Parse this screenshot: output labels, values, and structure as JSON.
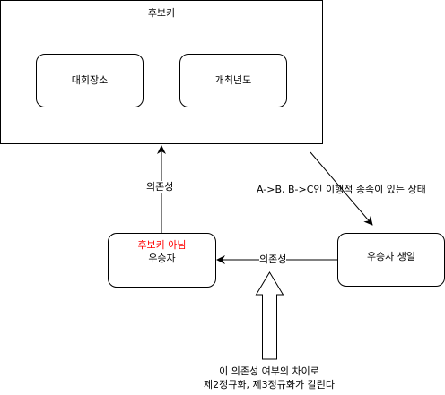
{
  "candidate_key": {
    "title": "후보키",
    "attributes": [
      "대회장소",
      "개최년도"
    ]
  },
  "non_candidate": {
    "annotation": "후보키 아님",
    "name": "우승자",
    "annotation_color": "#ff0000"
  },
  "winner_birthdate": {
    "name": "우승자 생일"
  },
  "edges": {
    "up_dependency": "의존성",
    "left_dependency": "의존성",
    "transitive_note": "A->B, B->C인 이행적 종속이 있는 상태"
  },
  "bottom_note": {
    "line1": "이 의존성 여부의 차이로",
    "line2": "제2정규화, 제3정규화가 갈린다"
  }
}
